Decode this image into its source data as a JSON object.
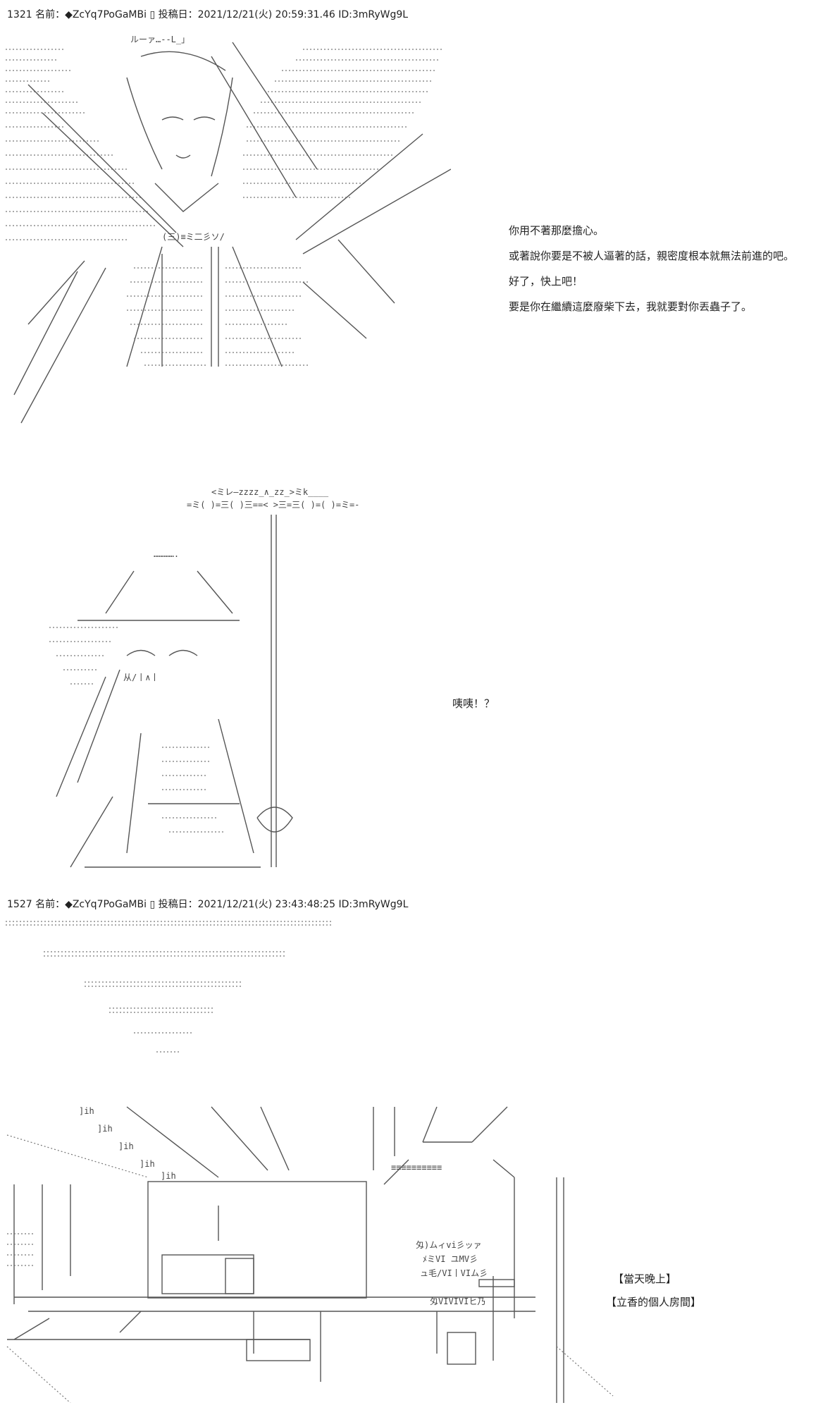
{
  "posts": [
    {
      "header": "1321 名前：◆ZcYq7PoGaMBi ▯ 投稿日：2021/12/21(火) 20:59:31.46 ID:3mRyWg9L",
      "dialogue": [
        "你用不著那麼擔心。",
        "或著說你要是不被人逼著的話，親密度根本就無法前進的吧。",
        "好了，快上吧！",
        "要是你在繼續這麼廢柴下去，我就要對你丟蟲子了。"
      ],
      "reaction": "咦咦！？"
    },
    {
      "header": "1527 名前：◆ZcYq7PoGaMBi ▯ 投稿日：2021/12/21(火) 23:43:48:25 ID:3mRyWg9L",
      "captions": [
        "【當天晚上】",
        "【立香的個人房間】"
      ]
    }
  ],
  "art_glyphs": {
    "a1": "ルーァ…‐‐L_」",
    "a2": "(三)≡ミ二彡ソ/",
    "a3": "<ミレ―zzzz_∧_zz_>ミk____",
    "a4": "=ミ(  )=三(  )三==<  >三=三(  )=(  )=ミ=-",
    "a5": "………….",
    "a6": "从/丨∧丨",
    "a7": "匁)ムィvi彡ッァ",
    "a8": "ﾒミVI ユMV彡",
    "a9": "ュ毛/VI丨VIム彡",
    "a10": "匁VIVIVIヒ乃",
    "a11": "]ih",
    "a12": "≡≡≡≡≡≡≡≡≡≡"
  }
}
